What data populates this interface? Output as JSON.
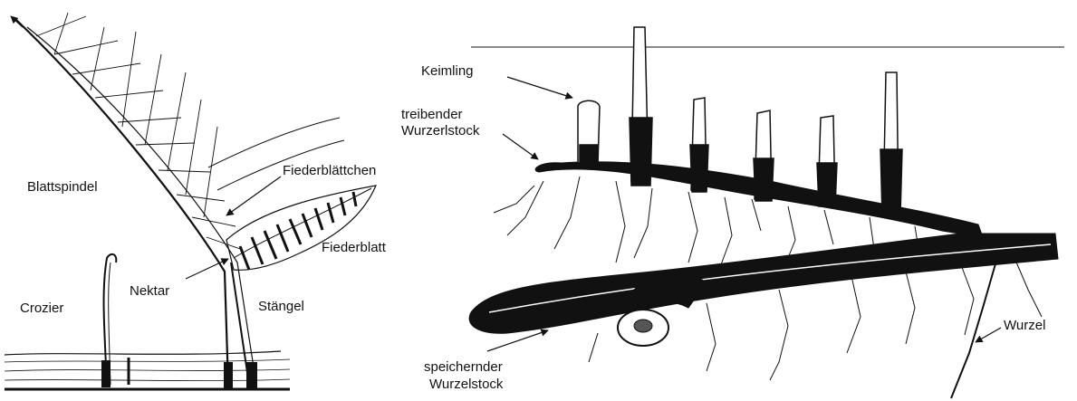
{
  "left_figure": {
    "labels": {
      "blattspindel": "Blattspindel",
      "fiederblaettchen": "Fiederblättchen",
      "fiederblatt": "Fiederblatt",
      "crozier": "Crozier",
      "nektar": "Nektar",
      "staengel": "Stängel"
    }
  },
  "right_figure": {
    "labels": {
      "keimling": "Keimling",
      "treibender_line1": "treibender",
      "treibender_line2": "Wurzerlstock",
      "speichernder_line1": "speichernder",
      "speichernder_line2": "Wurzelstock",
      "wurzel": "Wurzel"
    }
  },
  "colors": {
    "ink": "#111111",
    "background": "#ffffff"
  }
}
